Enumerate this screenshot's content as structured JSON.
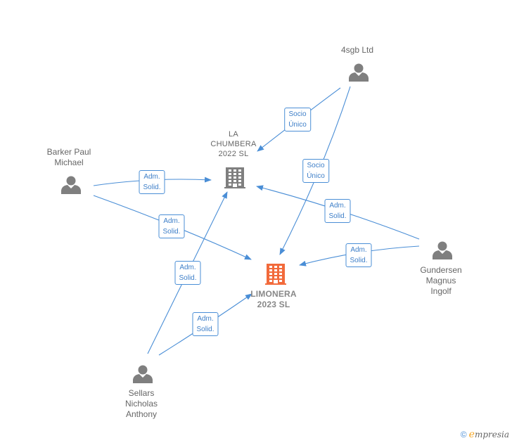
{
  "colors": {
    "edge": "#4a8ed6",
    "person": "#7f7f7f",
    "company": "#7f7f7f",
    "focus_company": "#f26a3b"
  },
  "nodes": {
    "four_sgb": {
      "lines": [
        "4sgb Ltd"
      ]
    },
    "la_chumbera": {
      "lines": [
        "LA",
        "CHUMBERA",
        "2022  SL"
      ]
    },
    "barker": {
      "lines": [
        "Barker Paul",
        "Michael"
      ]
    },
    "limonera": {
      "lines": [
        "LIMONERA",
        "2023  SL"
      ]
    },
    "gundersen": {
      "lines": [
        "Gundersen",
        "Magnus",
        "Ingolf"
      ]
    },
    "sellars": {
      "lines": [
        "Sellars",
        "Nicholas",
        "Anthony"
      ]
    }
  },
  "edges": [
    {
      "id": "sgb-chumbera",
      "lines": [
        "Socio",
        "Único"
      ]
    },
    {
      "id": "sgb-limonera",
      "lines": [
        "Socio",
        "Único"
      ]
    },
    {
      "id": "barker-chumbera",
      "lines": [
        "Adm.",
        "Solid."
      ]
    },
    {
      "id": "barker-limonera",
      "lines": [
        "Adm.",
        "Solid."
      ]
    },
    {
      "id": "gundersen-chumbera",
      "lines": [
        "Adm.",
        "Solid."
      ]
    },
    {
      "id": "gundersen-limonera",
      "lines": [
        "Adm.",
        "Solid."
      ]
    },
    {
      "id": "sellars-chumbera",
      "lines": [
        "Adm.",
        "Solid."
      ]
    },
    {
      "id": "sellars-limonera",
      "lines": [
        "Adm.",
        "Solid."
      ]
    }
  ],
  "footer": {
    "copyright_symbol": "©",
    "brand_first": "e",
    "brand_rest": "mpresia"
  }
}
